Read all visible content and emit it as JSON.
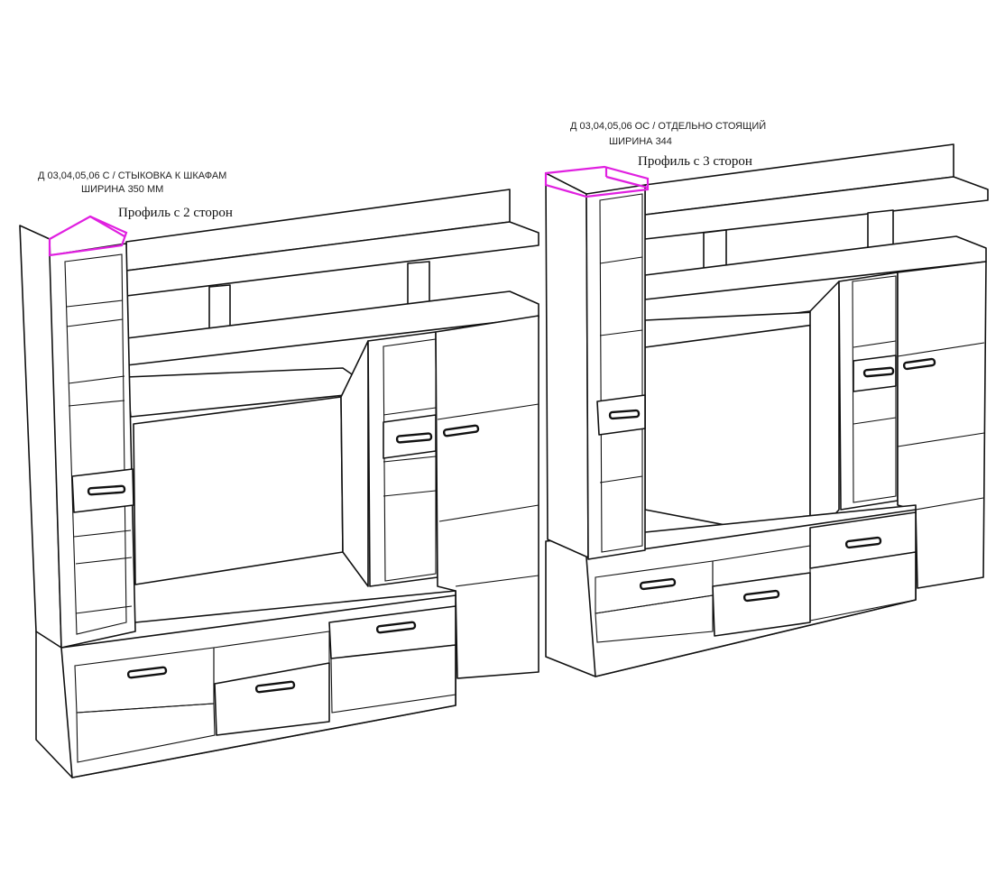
{
  "units": [
    {
      "code_label": "Д 03,04,05,06 С / СТЫКОВКА К ШКАФАМ",
      "width_label": "ШИРИНА 350 ММ",
      "profile_label": "Профиль с 2 сторон"
    },
    {
      "code_label": "Д 03,04,05,06 ОС / ОТДЕЛЬНО СТОЯЩИЙ",
      "width_label": "ШИРИНА 344",
      "profile_label": "Профиль с 3 сторон"
    }
  ],
  "colors": {
    "profile_highlight": "#e020e0",
    "line": "#111111"
  }
}
